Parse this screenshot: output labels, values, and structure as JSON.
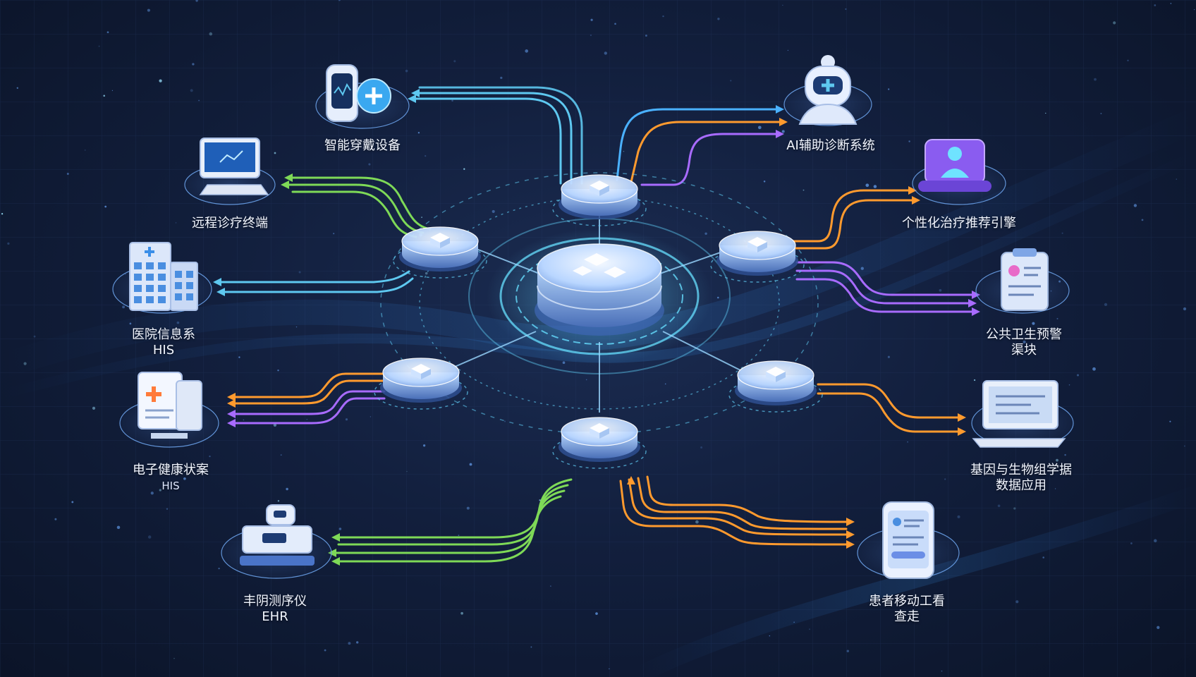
{
  "colors": {
    "background": "#121f3d",
    "hub": "#8fc4ff",
    "cyan": "#5ec8f0",
    "green": "#7ed957",
    "orange": "#ff9a2e",
    "purple": "#a86bff",
    "label": "#f2f6ff"
  },
  "nodes": {
    "wearable": {
      "label": "智能穿戴设备",
      "icon": "smartwatch-icon"
    },
    "ai_diagnosis": {
      "label": "AI辅助诊断系统",
      "icon": "robot-doctor-icon"
    },
    "remote_terminal": {
      "label": "远程诊疗终端",
      "icon": "monitor-icon"
    },
    "personalized_engine": {
      "label": "个性化治疗推荐引擎",
      "icon": "person-screen-icon"
    },
    "his": {
      "label": "医院信息系",
      "sublabel": "HIS",
      "icon": "hospital-icon"
    },
    "public_health": {
      "label": "公共卫生预警",
      "sublabel": "渠块",
      "icon": "clipboard-icon"
    },
    "ehr": {
      "label": "电子健康状案",
      "sublabel": "HIS",
      "icon": "medical-record-icon"
    },
    "genomics": {
      "label": "基因与生物组学据",
      "sublabel": "数据应用",
      "icon": "workstation-icon"
    },
    "monitor_device": {
      "label": "丰阴测序仪",
      "sublabel": "EHR",
      "icon": "monitor-device-icon"
    },
    "patient_app": {
      "label": "患者移动工看",
      "sublabel": "查走",
      "icon": "phone-icon"
    }
  }
}
